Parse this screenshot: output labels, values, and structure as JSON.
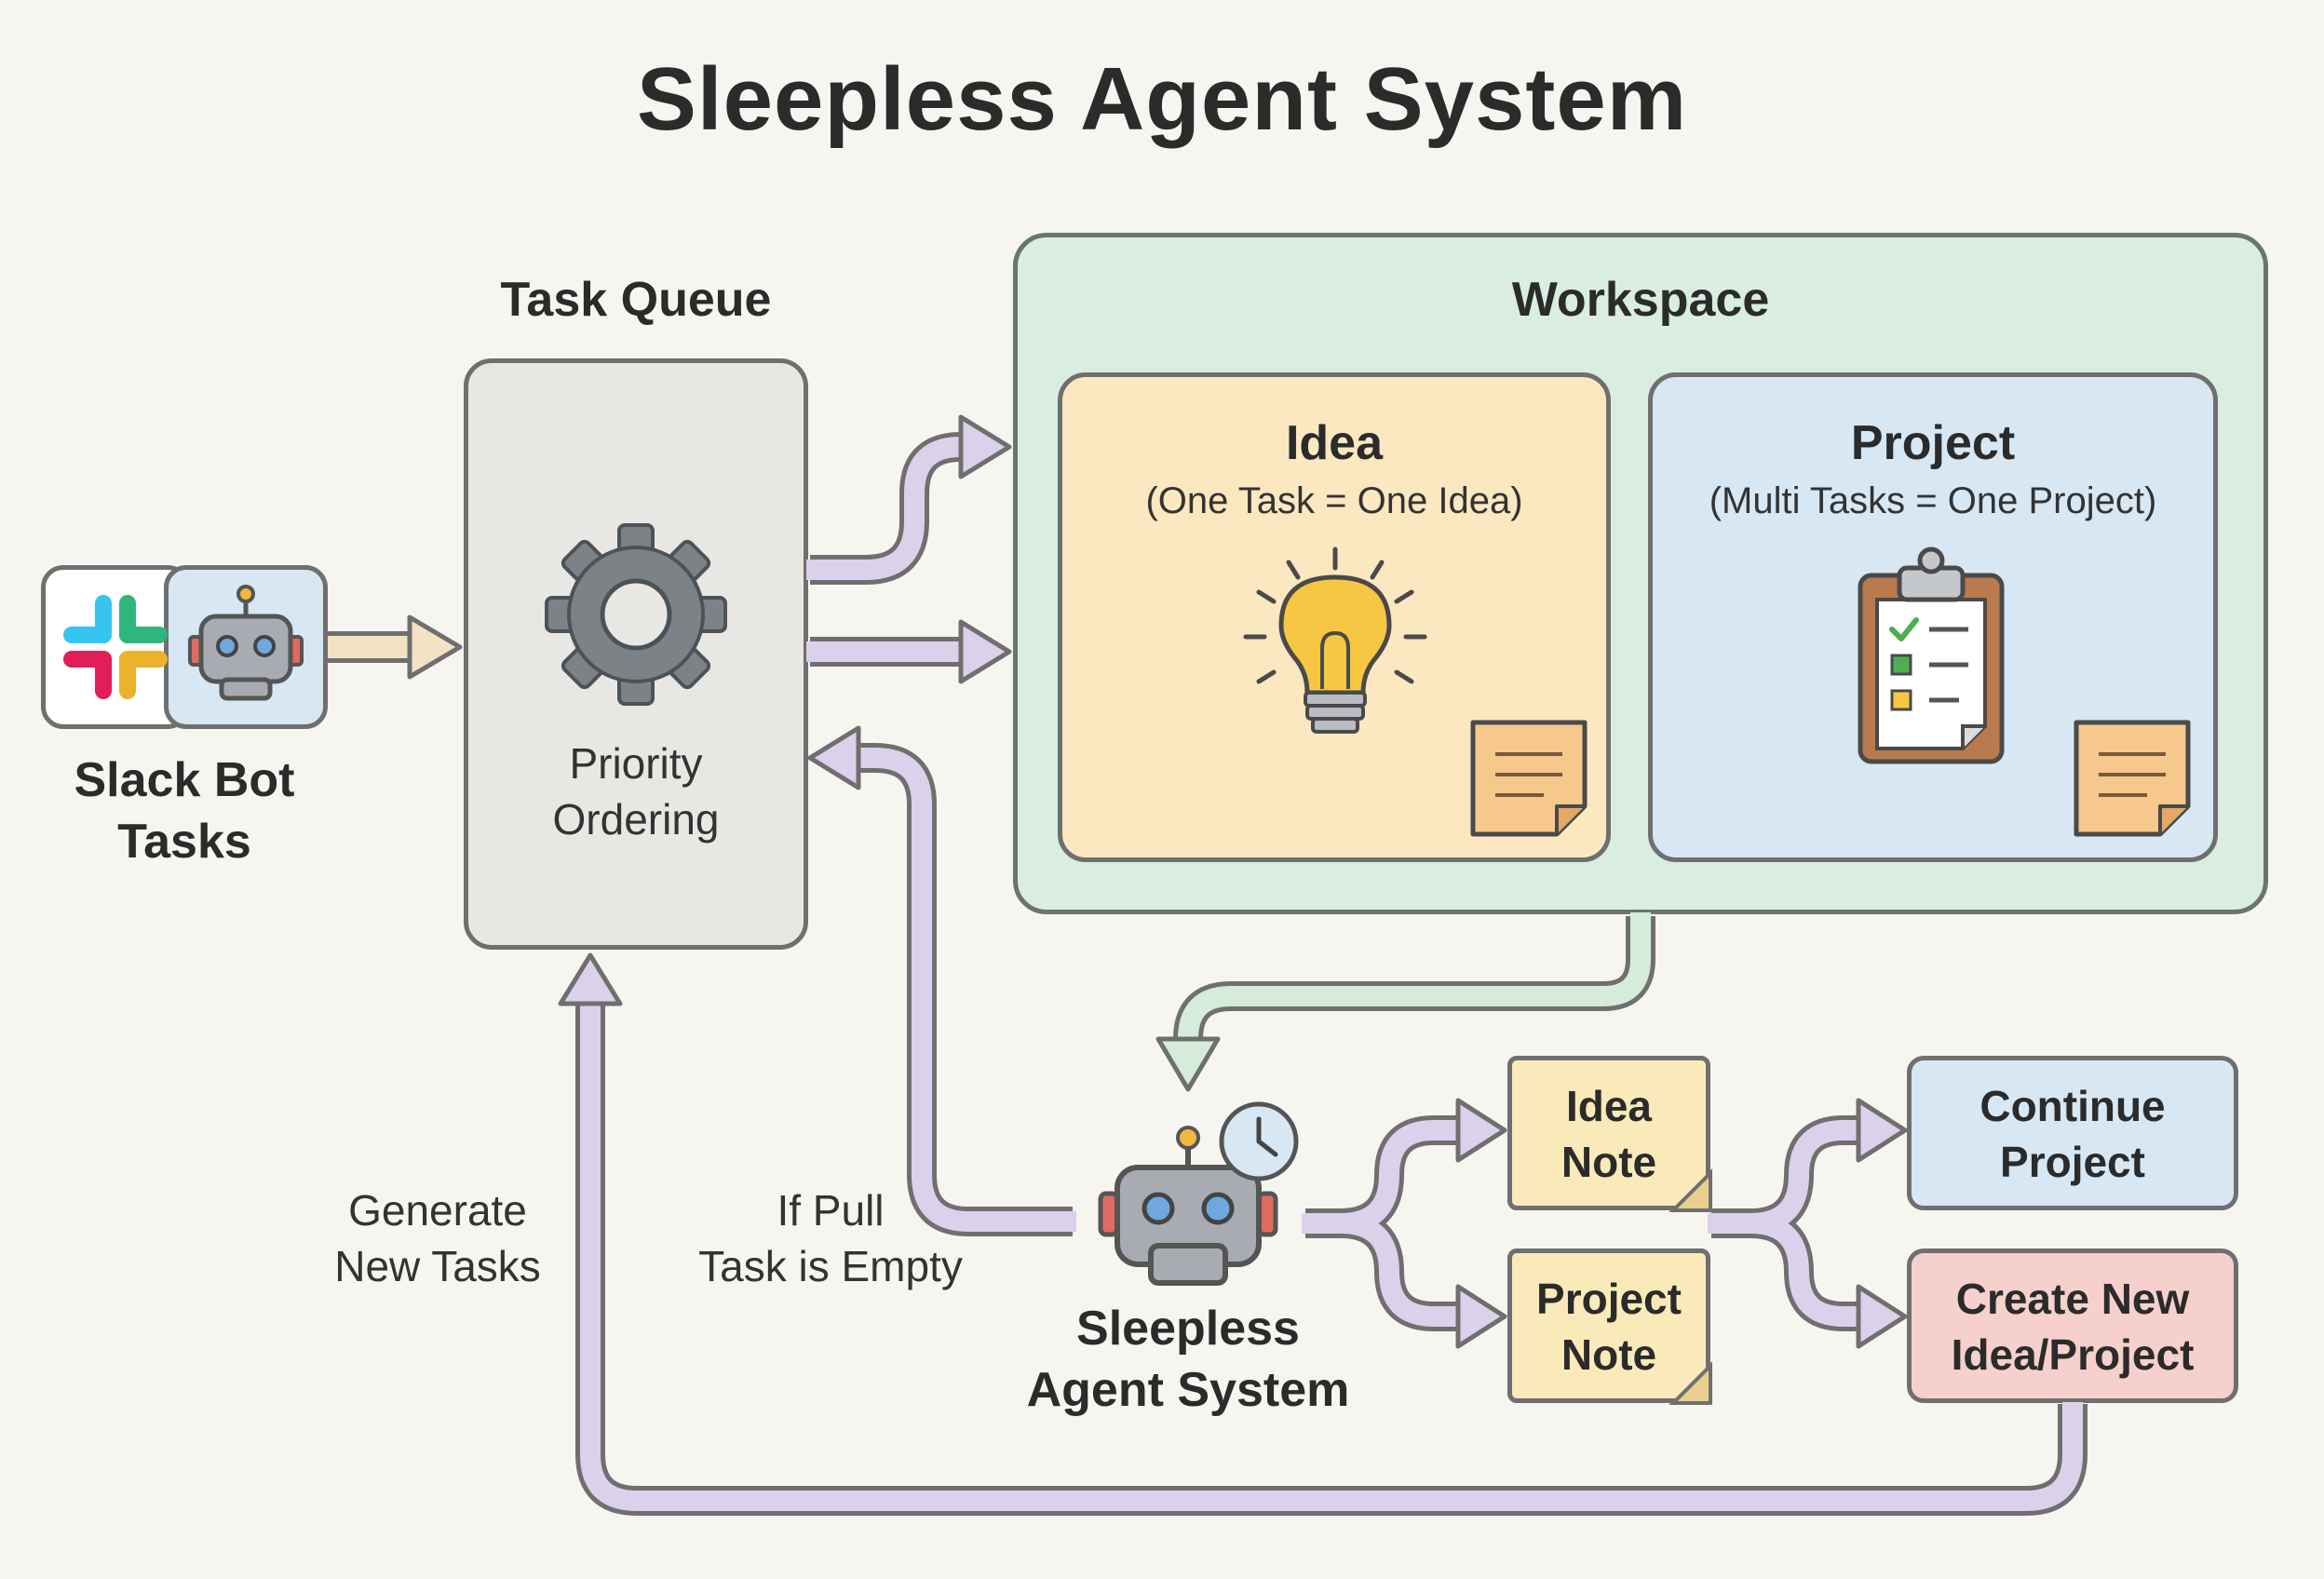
{
  "title": "Sleepless Agent System",
  "source": {
    "label_line1": "Slack Bot",
    "label_line2": "Tasks"
  },
  "queue": {
    "heading": "Task Queue",
    "line1": "Priority",
    "line2": "Ordering"
  },
  "workspace": {
    "heading": "Workspace",
    "idea": {
      "heading": "Idea",
      "subtitle": "(One Task = One Idea)"
    },
    "project": {
      "heading": "Project",
      "subtitle": "(Multi Tasks = One Project)"
    }
  },
  "agent": {
    "line1": "Sleepless",
    "line2": "Agent System"
  },
  "notes": {
    "idea_line1": "Idea",
    "idea_line2": "Note",
    "project_line1": "Project",
    "project_line2": "Note"
  },
  "outcomes": {
    "continue_line1": "Continue",
    "continue_line2": "Project",
    "create_line1": "Create New",
    "create_line2": "Idea/Project"
  },
  "edges": {
    "generate_line1": "Generate",
    "generate_line2": "New Tasks",
    "pull_line1": "If Pull",
    "pull_line2": "Task is Empty"
  },
  "icons": [
    "slack-logo-icon",
    "robot-icon",
    "gear-icon",
    "lightbulb-icon",
    "clipboard-checklist-icon",
    "sticky-note-icon",
    "clock-icon"
  ],
  "colors": {
    "background": "#f7f5f0",
    "workspace": "#d9eee0",
    "queue": "#e9e7e3",
    "idea": "#fbe8c0",
    "project": "#d7e7f4",
    "note": "#fbeab9",
    "create": "#f5d0cc",
    "arrow_purple": "#dcd1ea",
    "arrow_green": "#d4ecd9",
    "arrow_beige": "#f3e3c4"
  }
}
